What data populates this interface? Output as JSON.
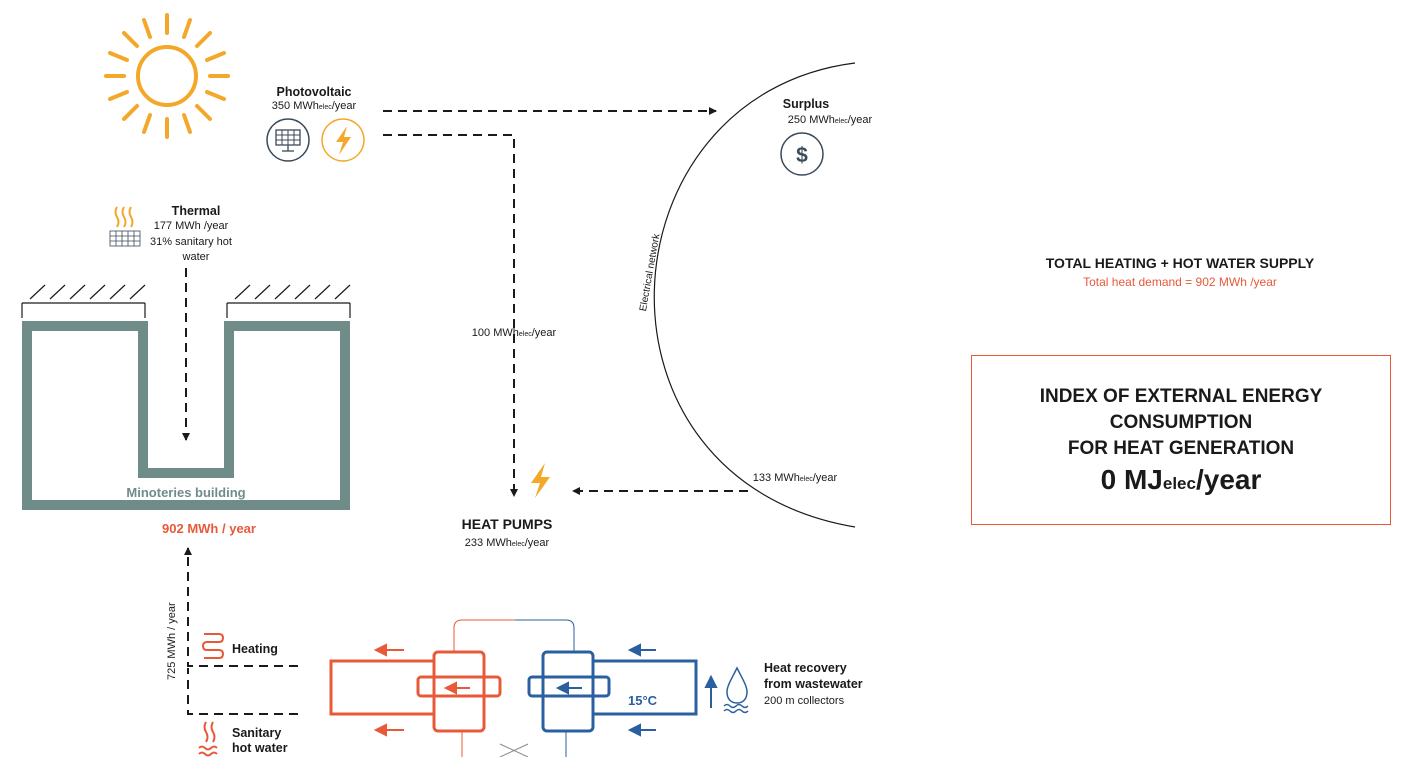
{
  "photovoltaic": {
    "title": "Photovoltaic",
    "value": "350 MWh",
    "unit_sub": "elec",
    "unit_tail": "/year"
  },
  "surplus": {
    "title": "Surplus",
    "value": "250 MWh",
    "unit_sub": "elec",
    "unit_tail": "/year",
    "icon": "dollar-icon"
  },
  "thermal": {
    "title": "Thermal",
    "line1": "177 MWh /year",
    "line2": "31% sanitary hot",
    "line3": "water"
  },
  "pv_to_heatpumps": {
    "value": "100 MWh",
    "unit_sub": "elec",
    "unit_tail": "/year"
  },
  "network": {
    "label": "Electrical network",
    "to_heatpumps_value": "133 MWh",
    "unit_sub": "elec",
    "unit_tail": "/year"
  },
  "heat_pumps": {
    "title": "HEAT PUMPS",
    "value": "233 MWh",
    "unit_sub": "elec",
    "unit_tail": "/year"
  },
  "building": {
    "name": "Minoteries building",
    "demand": "902 MWh / year"
  },
  "supply_flow": {
    "value": "725 MWh / year"
  },
  "heating": {
    "label": "Heating"
  },
  "sanitary": {
    "line1": "Sanitary",
    "line2": "hot water"
  },
  "recovery": {
    "line1": "Heat recovery",
    "line2": "from wastewater",
    "line3": "200 m collectors",
    "temperature": "15°C"
  },
  "total": {
    "title": "TOTAL HEATING + HOT WATER SUPPLY",
    "subtitle": "Total heat demand = 902 MWh /year"
  },
  "index": {
    "title": "INDEX OF EXTERNAL ENERGY\nCONSUMPTION\nFOR HEAT GENERATION",
    "value": "0 MJ",
    "unit_sub": "elec",
    "unit_tail": "/year"
  },
  "colors": {
    "orange": "#e8593a",
    "sun": "#f4a82a",
    "blue": "#2a5fa0",
    "building": "#6f8c88",
    "dark": "#1a1a1a",
    "pv_icon": "#3b4a5a"
  },
  "icons": [
    "sun-icon",
    "solar-panel-icon",
    "lightning-icon",
    "dollar-icon",
    "heat-waves-icon",
    "radiator-coil-icon",
    "water-drop-icon"
  ]
}
